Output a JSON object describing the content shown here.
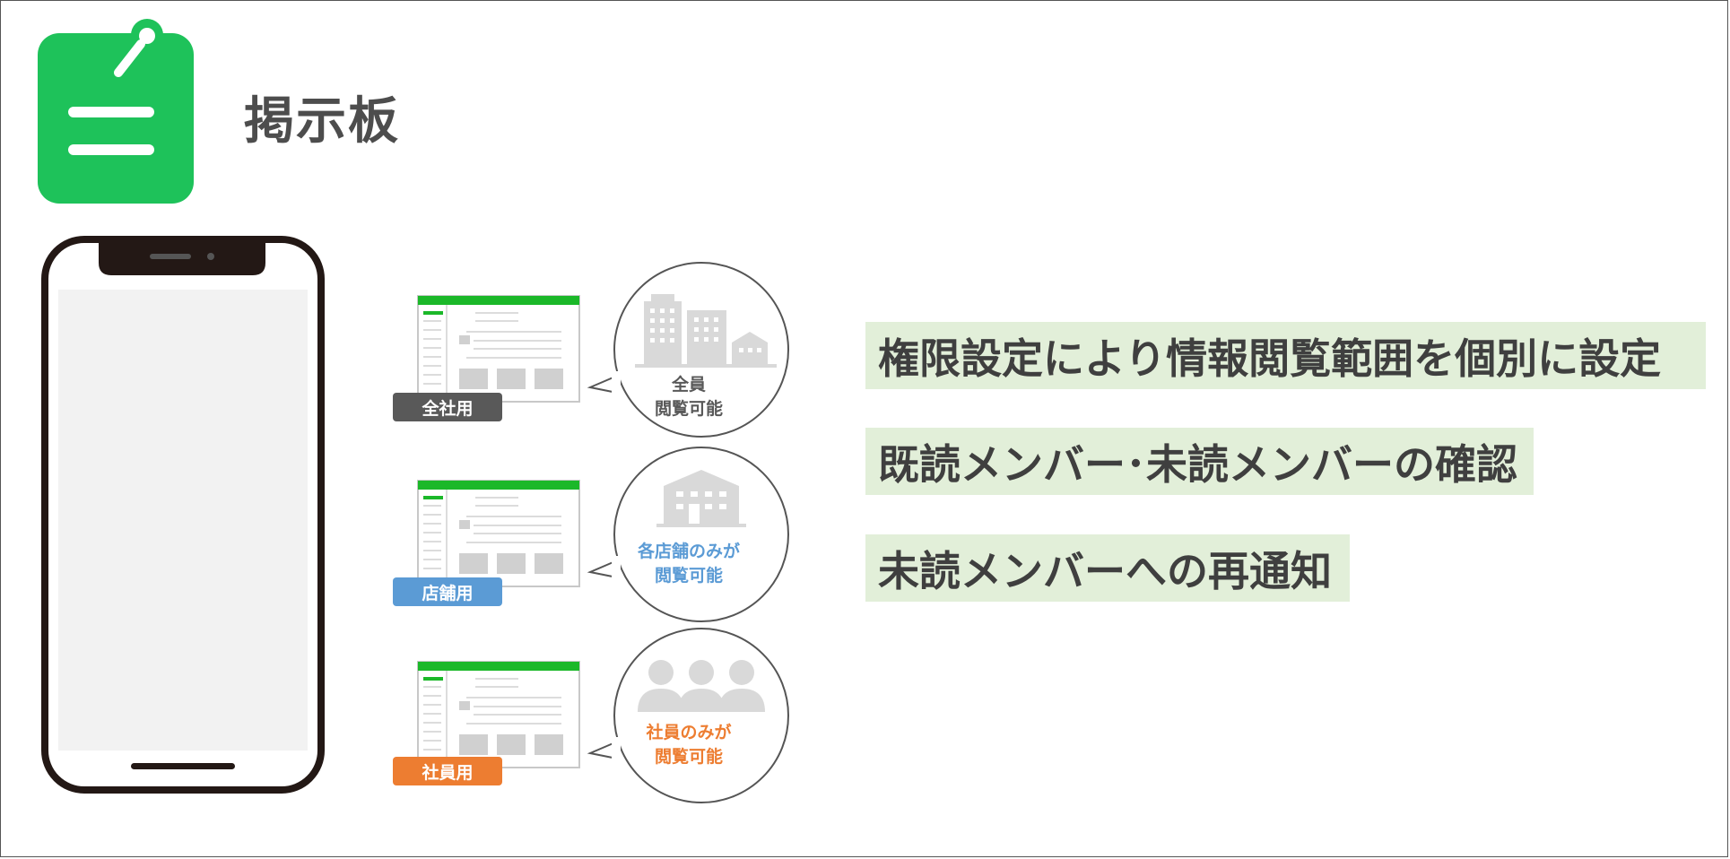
{
  "page": {
    "title": "掲示板"
  },
  "boards": [
    {
      "tag": "全社用",
      "tag_color": "#595959",
      "scope_line1": "全員",
      "scope_line2": "閲覧可能",
      "scope_color": "#595959",
      "icon": "buildings-icon"
    },
    {
      "tag": "店舗用",
      "tag_color": "#5b9bd5",
      "scope_line1": "各店舗のみが",
      "scope_line2": "閲覧可能",
      "scope_color": "#5b9bd5",
      "icon": "store-icon"
    },
    {
      "tag": "社員用",
      "tag_color": "#ed7d31",
      "scope_line1": "社員のみが",
      "scope_line2": "閲覧可能",
      "scope_color": "#ed7d31",
      "icon": "people-icon"
    }
  ],
  "features": [
    "権限設定により情報閲覧範囲を個別に設定",
    "既読メンバー･未読メンバーの確認",
    "未読メンバーへの再通知"
  ],
  "colors": {
    "accent": "#1ec25a",
    "feature_bg": "#e2efd9"
  }
}
